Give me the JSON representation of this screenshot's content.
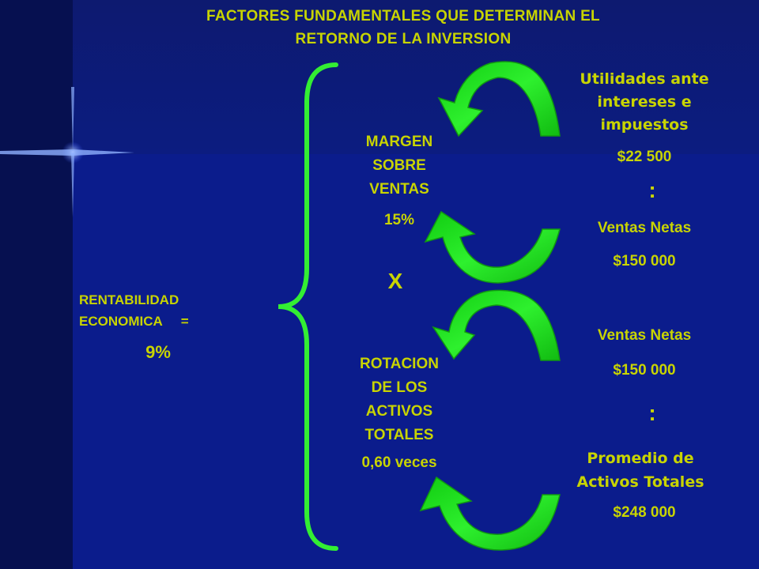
{
  "title": {
    "line1": "FACTORES FUNDAMENTALES QUE DETERMINAN EL",
    "line2": "RETORNO DE LA INVERSION"
  },
  "rentabilidad": {
    "line1": "RENTABILIDAD",
    "line2": "ECONOMICA     =",
    "value": "9%"
  },
  "margen": {
    "line1": "MARGEN",
    "line2": "SOBRE",
    "line3": "VENTAS",
    "value": "15%"
  },
  "operator_times": "X",
  "rotacion": {
    "line1": "ROTACION",
    "line2": "DE LOS",
    "line3": "ACTIVOS",
    "line4": "TOTALES",
    "value": "0,60 veces"
  },
  "utilidades": {
    "line1": "Utilidades ante",
    "line2": "intereses e",
    "line3": "impuestos",
    "value": "$22 500"
  },
  "operator_divide_1": ":",
  "ventas_1": {
    "label": "Ventas Netas",
    "value": "$150 000"
  },
  "ventas_2": {
    "label": "Ventas Netas",
    "value": "$150 000"
  },
  "operator_divide_2": ":",
  "activos": {
    "line1": "Promedio de",
    "line2": "Activos Totales",
    "value": "$248 000"
  },
  "colors": {
    "background": "#0a1a8a",
    "left_panel": "#061050",
    "text": "#c8d400",
    "arrow": "#22dd22",
    "brace": "#33ee33"
  },
  "icons": [
    "curved-arrow-icon",
    "brace-icon",
    "sparkle-icon"
  ]
}
